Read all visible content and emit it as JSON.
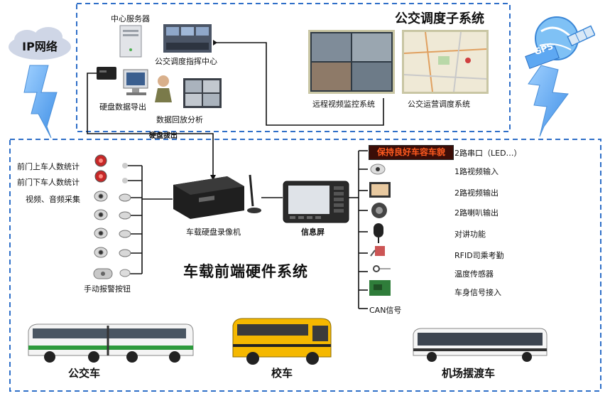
{
  "top_system": {
    "title": "公交调度子系统",
    "center_server": "中心服务器",
    "command_center": "公交调度指挥中心",
    "disk_export": "硬盘数据导出",
    "playback": "数据回放分析",
    "remote_video": "远程视频监控系统",
    "operation_dispatch": "公交运营调度系统",
    "disk_removal": "硬盘拔出"
  },
  "network": {
    "ip_label": "IP网络",
    "gps_label": "GPS"
  },
  "front_system": {
    "title": "车载前端硬件系统",
    "recorder_label": "车载硬盘录像机",
    "screen_label": "信息屏",
    "left_inputs": [
      {
        "label": "前门上车人数统计",
        "icon": "passenger-counter-icon"
      },
      {
        "label": "前门下车人数统计",
        "icon": "passenger-counter-icon"
      },
      {
        "label": "视频、音频采集",
        "icon": "dome-camera-icon"
      },
      {
        "label": "",
        "icon": "dome-camera-icon"
      },
      {
        "label": "",
        "icon": "dome-camera-icon"
      },
      {
        "label": "",
        "icon": "dome-camera-icon"
      },
      {
        "label": "手动报警按钮",
        "icon": "alarm-button-icon"
      }
    ],
    "right_outputs": [
      {
        "label": "2路串口（LED…）",
        "icon": "led-sign-icon"
      },
      {
        "label": "1路视频输入",
        "icon": "camera-icon"
      },
      {
        "label": "2路视频输出",
        "icon": "monitor-icon"
      },
      {
        "label": "2路喇叭输出",
        "icon": "speaker-icon"
      },
      {
        "label": "对讲功能",
        "icon": "microphone-icon"
      },
      {
        "label": "RFID司乘考勤",
        "icon": "rfid-icon"
      },
      {
        "label": "温度传感器",
        "icon": "sensor-icon"
      },
      {
        "label": "车身信号接入",
        "icon": "board-icon"
      },
      {
        "label": "CAN信号",
        "icon": ""
      }
    ],
    "led_text": "保持良好车容车貌"
  },
  "vehicles": [
    {
      "label": "公交车"
    },
    {
      "label": "校车"
    },
    {
      "label": "机场摆渡车"
    }
  ],
  "colors": {
    "dash_border": "#2f6fc8",
    "lightning": "#5ea8f2",
    "school_bus": "#f5b800",
    "city_bus_stripe": "#2d9a3c",
    "shuttle_stripe": "#333333"
  }
}
